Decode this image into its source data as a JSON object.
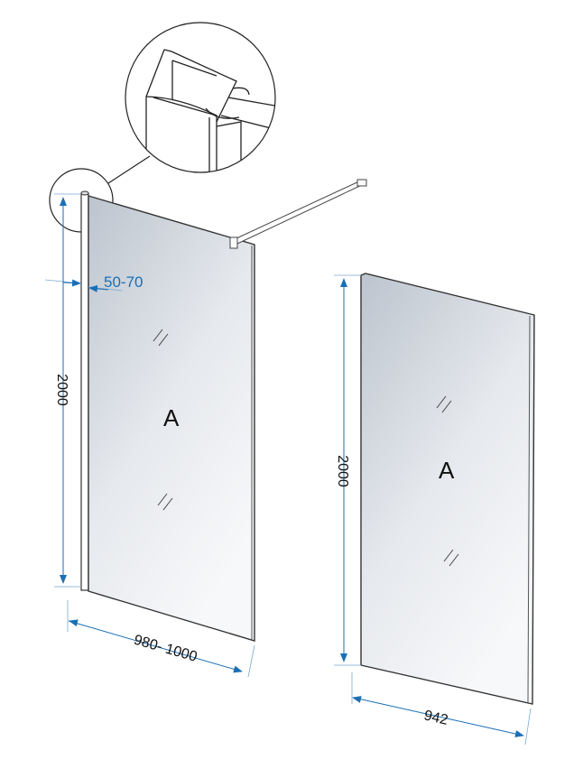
{
  "panels": [
    {
      "label": "A",
      "height_dim": "2000",
      "width_dim": "980- 1000",
      "post_dim": "50-70"
    },
    {
      "label": "A",
      "height_dim": "2000",
      "width_dim": "942"
    }
  ],
  "colors": {
    "dimension": "#1a6fb5",
    "glass_top": "#c3cad3",
    "glass_bottom": "#f4f6f8",
    "outline": "#333333"
  }
}
